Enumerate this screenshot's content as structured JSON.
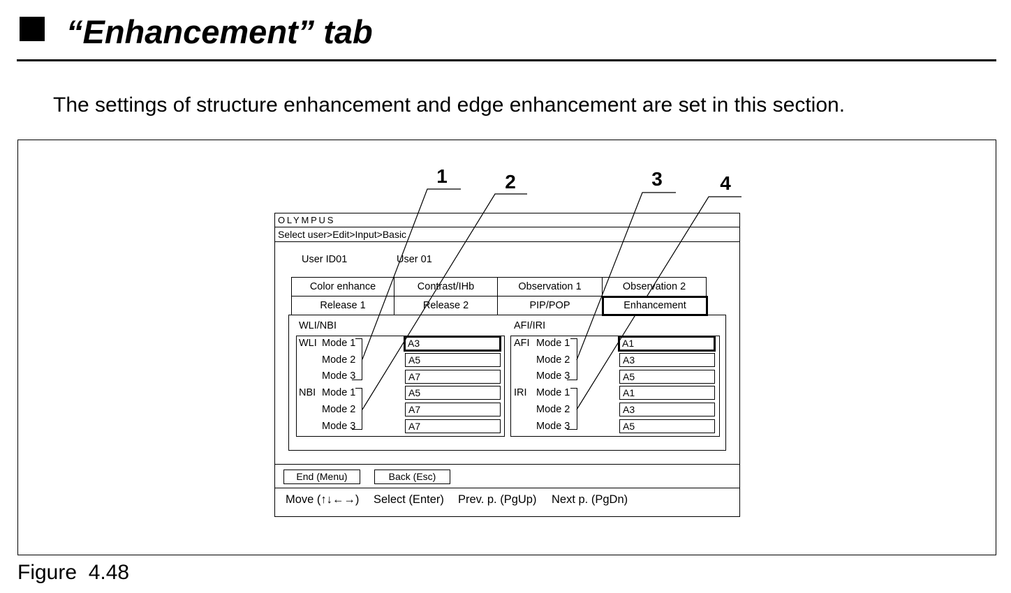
{
  "heading": "“Enhancement” tab",
  "intro": "The settings of structure enhancement and edge enhancement are set in this section.",
  "figure": {
    "callouts": [
      "1",
      "2",
      "3",
      "4"
    ],
    "screen": {
      "brand": "OLYMPUS",
      "breadcrumb": "Select user>Edit>Input>Basic",
      "user_id": "User ID01",
      "user_name": "User 01",
      "tabs_row1": [
        {
          "label": "Color enhance",
          "selected": false
        },
        {
          "label": "Contrast/IHb",
          "selected": false
        },
        {
          "label": "Observation 1",
          "selected": false
        },
        {
          "label": "Observation 2",
          "selected": false
        }
      ],
      "tabs_row2": [
        {
          "label": "Release 1",
          "selected": false
        },
        {
          "label": "Release 2",
          "selected": false
        },
        {
          "label": "PIP/POP",
          "selected": false
        },
        {
          "label": "Enhancement",
          "selected": true
        }
      ],
      "left_section": {
        "title": "WLI/NBI",
        "rows": [
          {
            "group": "WLI",
            "mode": "Mode 1",
            "value": "A3",
            "selected": true
          },
          {
            "mode": "Mode 2",
            "value": "A5",
            "selected": false
          },
          {
            "mode": "Mode 3",
            "value": "A7",
            "selected": false
          },
          {
            "group": "NBI",
            "mode": "Mode 1",
            "value": "A5",
            "selected": false
          },
          {
            "mode": "Mode 2",
            "value": "A7",
            "selected": false
          },
          {
            "mode": "Mode 3",
            "value": "A7",
            "selected": false
          }
        ]
      },
      "right_section": {
        "title": "AFI/IRI",
        "rows": [
          {
            "group": "AFI",
            "mode": "Mode 1",
            "value": "A1",
            "selected": true
          },
          {
            "mode": "Mode 2",
            "value": "A3",
            "selected": false
          },
          {
            "mode": "Mode 3",
            "value": "A5",
            "selected": false
          },
          {
            "group": "IRI",
            "mode": "Mode 1",
            "value": "A1",
            "selected": false
          },
          {
            "mode": "Mode 2",
            "value": "A3",
            "selected": false
          },
          {
            "mode": "Mode 3",
            "value": "A5",
            "selected": false
          }
        ]
      },
      "buttons": {
        "end": "End (Menu)",
        "back": "Back (Esc)"
      },
      "hints": [
        "Move (↑↓←→)",
        "Select (Enter)",
        "Prev. p. (PgUp)",
        "Next p. (PgDn)"
      ]
    },
    "caption": "Figure  4.48"
  }
}
